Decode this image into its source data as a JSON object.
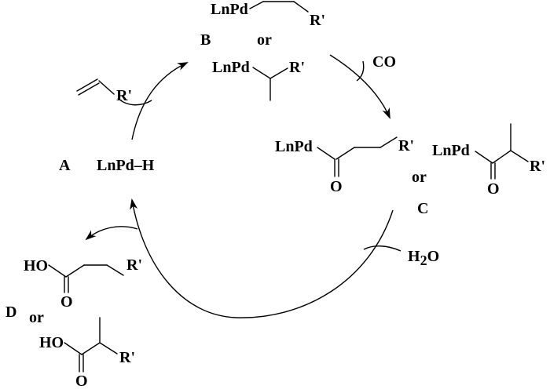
{
  "labels": {
    "A": "A",
    "B": "B",
    "C": "C",
    "D": "D"
  },
  "species": {
    "catalyst": "LnPd–H",
    "lnpd": "LnPd",
    "r_prime": "R'",
    "o": "O",
    "ho": "HO",
    "or": "or"
  },
  "reagents": {
    "co": "CO",
    "h2o_h": "H",
    "h2o_sub": "2",
    "h2o_o": "O"
  },
  "colors": {
    "ink": "#000000",
    "background": "#ffffff"
  }
}
